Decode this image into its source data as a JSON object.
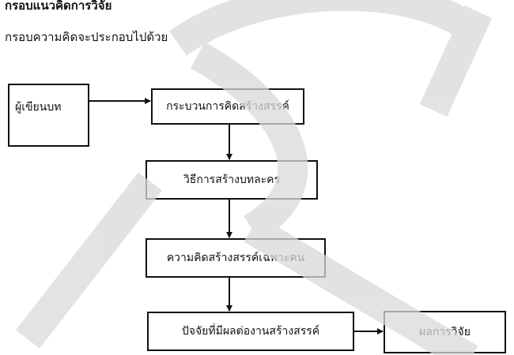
{
  "document": {
    "heading": "กรอบแนวคิดการวิจัย",
    "subheading": "กรอบความคิดจะประกอบไปด้วย"
  },
  "diagram": {
    "writer": "ผู้เขียนบท",
    "creative_process": "กระบวนการคิดสร้างสรรค์",
    "drama_method": "วิธีการสร้างบทละคร",
    "individual_creativity": "ความคิดสร้างสรรค์เฉพาะคน",
    "influencing_factors": "ปัจจัยที่มีผลต่องานสร้างสรรค์",
    "research_result": "ผลการวิจัย"
  },
  "watermark": {
    "color": "#d9d9d9"
  }
}
